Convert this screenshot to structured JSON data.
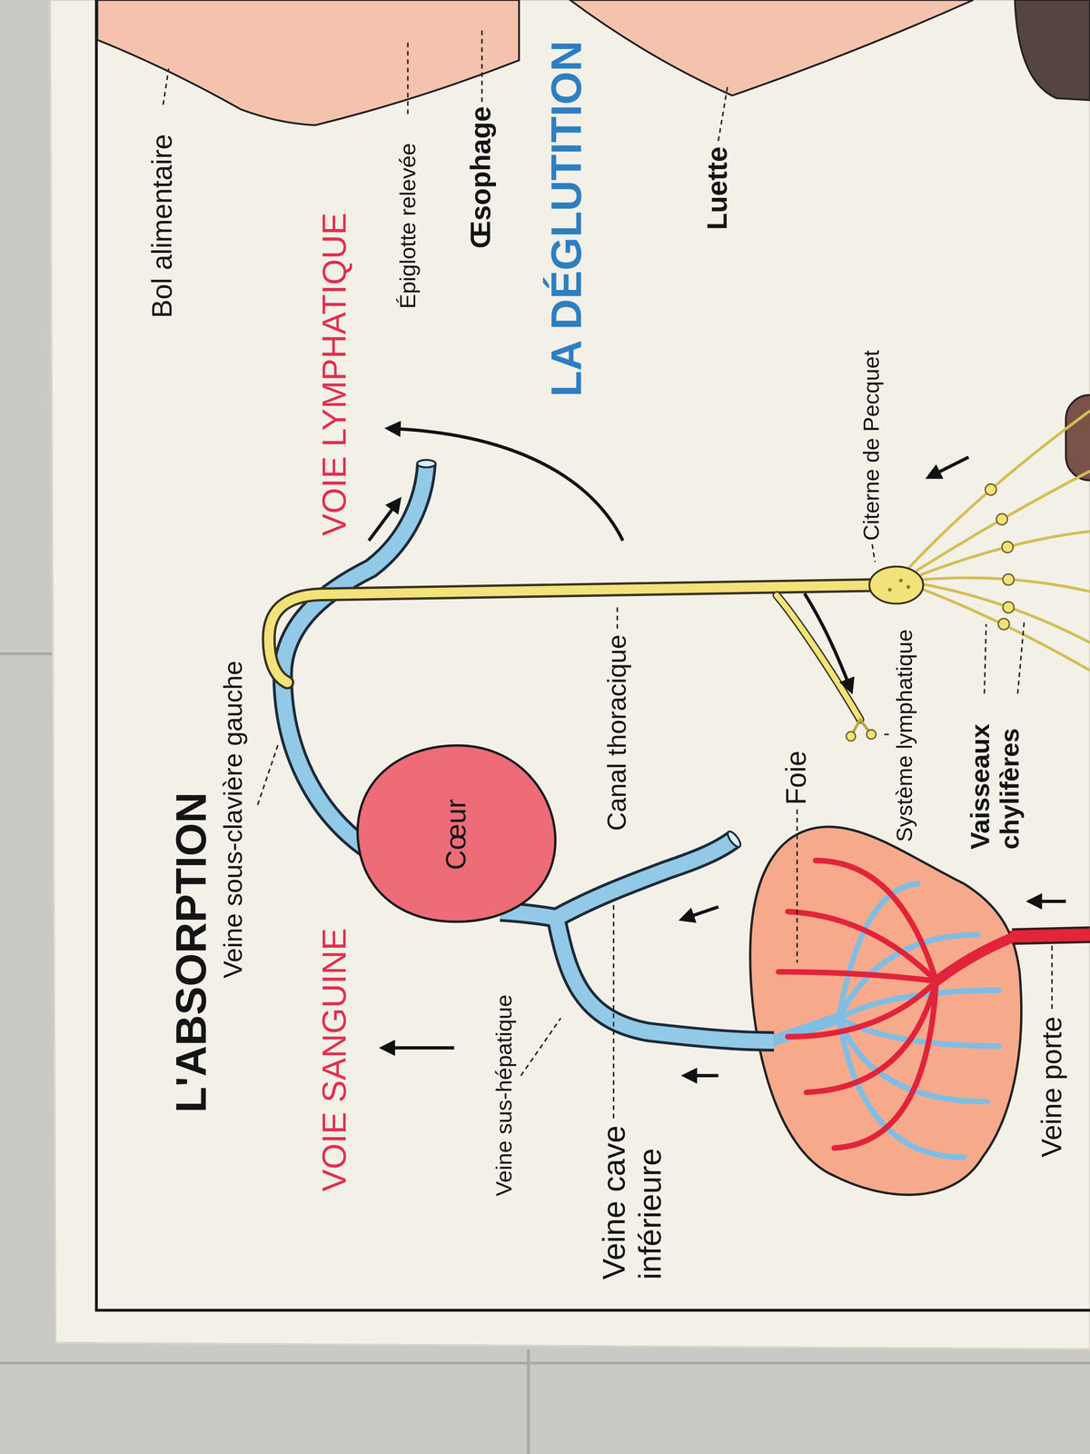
{
  "diagram": {
    "nodes": [
      {
        "text": [
          "Cœur"
        ]
      }
    ],
    "labels": [
      "L'ABSORPTION",
      "VOIE SANGUINE",
      "VOIE LYMPHATIQUE",
      "Veine sous-clavière gauche",
      "Veine sus-hépatique",
      "Veine cave inférieure",
      "Canal thoracique",
      "Foie",
      "Veine porte",
      "Système lymphatique",
      "Vaisseaux chylifères",
      "Citerne de Pecquet",
      "LA DÉGLUTITION",
      "Bol alimentaire",
      "Épiglotte relevée",
      "Œsophage",
      "Luette"
    ]
  }
}
